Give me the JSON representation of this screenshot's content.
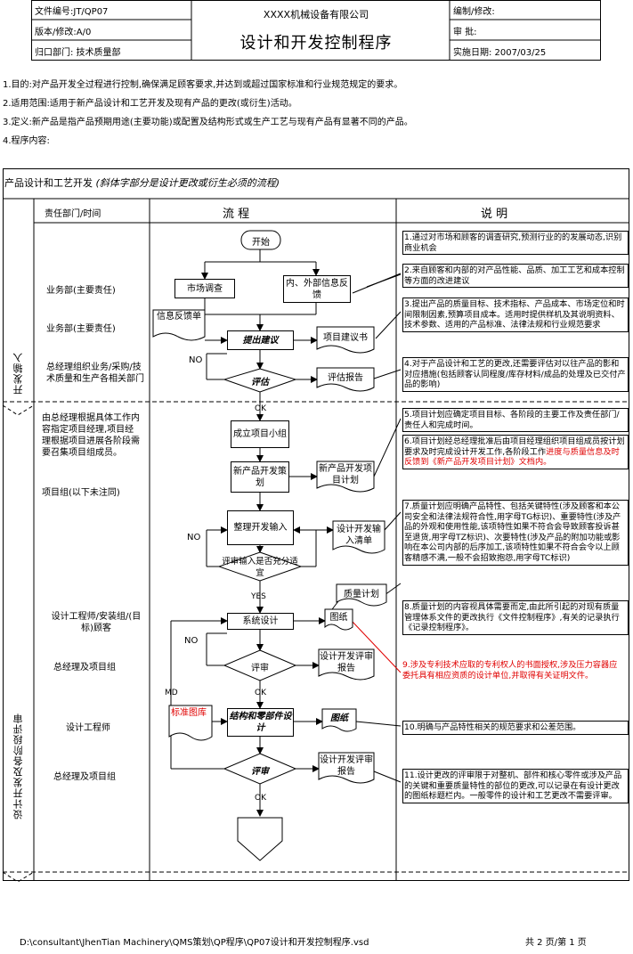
{
  "header": {
    "doc_no": "文件编号:JT/QP07",
    "version": "版本/修改:A/0",
    "dept": "归口部门:  技术质量部",
    "company": "XXXX机械设备有限公司",
    "title": "设计和开发控制程序",
    "editor": "编制/修改:",
    "review": "审      批:",
    "date": "实施日期:  2007/03/25"
  },
  "sections": [
    "1.目的:对产品开发全过程进行控制,确保满足顾客要求,并达到或超过国家标准和行业规范规定的要求。",
    "2.适用范围:适用于新产品设计和工艺开发及现有产品的更改(或衍生)活动。",
    "3.定义:新产品是指产品预期用途(主要功能)或配置及结构形式或生产工艺与现有产品有显著不同的产品。",
    "4.程序内容:"
  ],
  "flow_title": "产品设计和工艺开发",
  "flow_note": "(斜体字部分是设计更改或衍生必须的流程)",
  "columns": {
    "dept": "责任部门/时间",
    "flow": "流    程",
    "desc": "说    明"
  },
  "phases": {
    "input": "开发输入",
    "design": "设计开发及各阶段评审"
  },
  "depts": [
    "业务部(主要责任)",
    "业务部(主要责任)",
    "总经理组织业务/采购/技术质量和生产各相关部门",
    "由总经理根据具体工作内容指定项目经理,项目经理根据项目进展各阶段需要召集项目组成员。",
    "项目组(以下未注同)",
    "设计工程师/安装组/(目标)顾客",
    "总经理及项目组",
    "设计工程师",
    "总经理及项目组"
  ],
  "flow": {
    "start": "开始",
    "market": "市场调查",
    "info": "内、外部信息反馈",
    "feedback": "信息反馈单",
    "propose": "提出建议",
    "proposal_doc": "项目建议书",
    "evaluate": "评估",
    "eval_report": "评估报告",
    "no": "NO",
    "ok": "OK",
    "yes": "YES",
    "md": "MD",
    "team": "成立项目小组",
    "plan": "新产品开发策划",
    "plan_doc": "新产品开发项目计划",
    "input": "整理开发输入",
    "input_list": "设计开发输入清单",
    "input_review": "评审输入是否充分适宜",
    "quality_plan": "质量计划",
    "system_design": "系统设计",
    "drawing": "图纸",
    "review": "评审",
    "review_report": "设计开发评审报告",
    "std_lib": "标准图库",
    "parts_design": "结构和零部件设计",
    "drawing2": "图纸",
    "review2": "评审",
    "review_report2": "设计开发评审报告"
  },
  "notes": [
    {
      "t": "1.通过对市场和顾客的调查研究,预测行业的的发展动态,识别商业机会",
      "r": ""
    },
    {
      "t": "2.来自顾客和内部的对产品性能、品质、加工工艺和成本控制等方面的改进建议",
      "r": ""
    },
    {
      "t": "3.提出产品的质量目标、技术指标、产品成本、市场定位和时间限制因素,预算项目成本。适用时提供样机及其说明资料、技术参数、适用的产品标准、法律法规和行业规范要求",
      "r": ""
    },
    {
      "t": "4.对于产品设计和工艺的更改,还需要评估对以往产品的影和对应措施(包括顾客认同程度/库存材料/成品的处理及已交付产品的影响)",
      "r": ""
    },
    {
      "t": "5.项目计划应确定项目目标、各阶段的主要工作及责任部门/责任人和完成时间。",
      "r": ""
    },
    {
      "t": "6.项目计划经总经理批准后由项目经理组织项目组成员按计划要求及时完成设计开发工作,各阶段工作",
      "r": "进度与质量信息及时反馈到《新产品开发项目计划》文档内。"
    },
    {
      "t": "7.质量计划应明确产品特性、包括关键特性(涉及顾客和本公司安全和法律法规符合性,用字母TG标识)、重要特性(涉及产品的外观和使用性能,该项特性如果不符合会导致顾客投诉甚至退货,用字母TZ标识)、次要特性(涉及产品的附加功能或影响在本公司内部的后序加工,该项特性如果不符合会令以上顾客精感不满,一般不会招致抱怨,用字母TC标识)",
      "r": ""
    },
    {
      "t": "8.质量计划的内容视具体需要而定,由此所引起的对现有质量管理体系文件的更改执行《文件控制程序》,有关的记录执行《记录控制程序》。",
      "r": ""
    },
    {
      "t": "",
      "r": "9.涉及专利技术应取的专利权人的书面授权,涉及压力容器应委托具有相应资质的设计单位,并取得有关证明文件。"
    },
    {
      "t": "10.明确与产品特性相关的规范要求和公差范围。",
      "r": ""
    },
    {
      "t": "11.设计更改的评审限于对整机、部件和核心零件或涉及产品的关键和重要质量特性的部位的更改,可以记录在有设计更改的图纸标题栏内。一般零件的设计和工艺更改不需要评审。",
      "r": ""
    }
  ],
  "footer": {
    "path": "D:\\consultant\\JhenTian Machinery\\QMS策划\\QP程序\\QP07设计和开发控制程序.vsd",
    "page": "共 2 页/第 1 页"
  }
}
